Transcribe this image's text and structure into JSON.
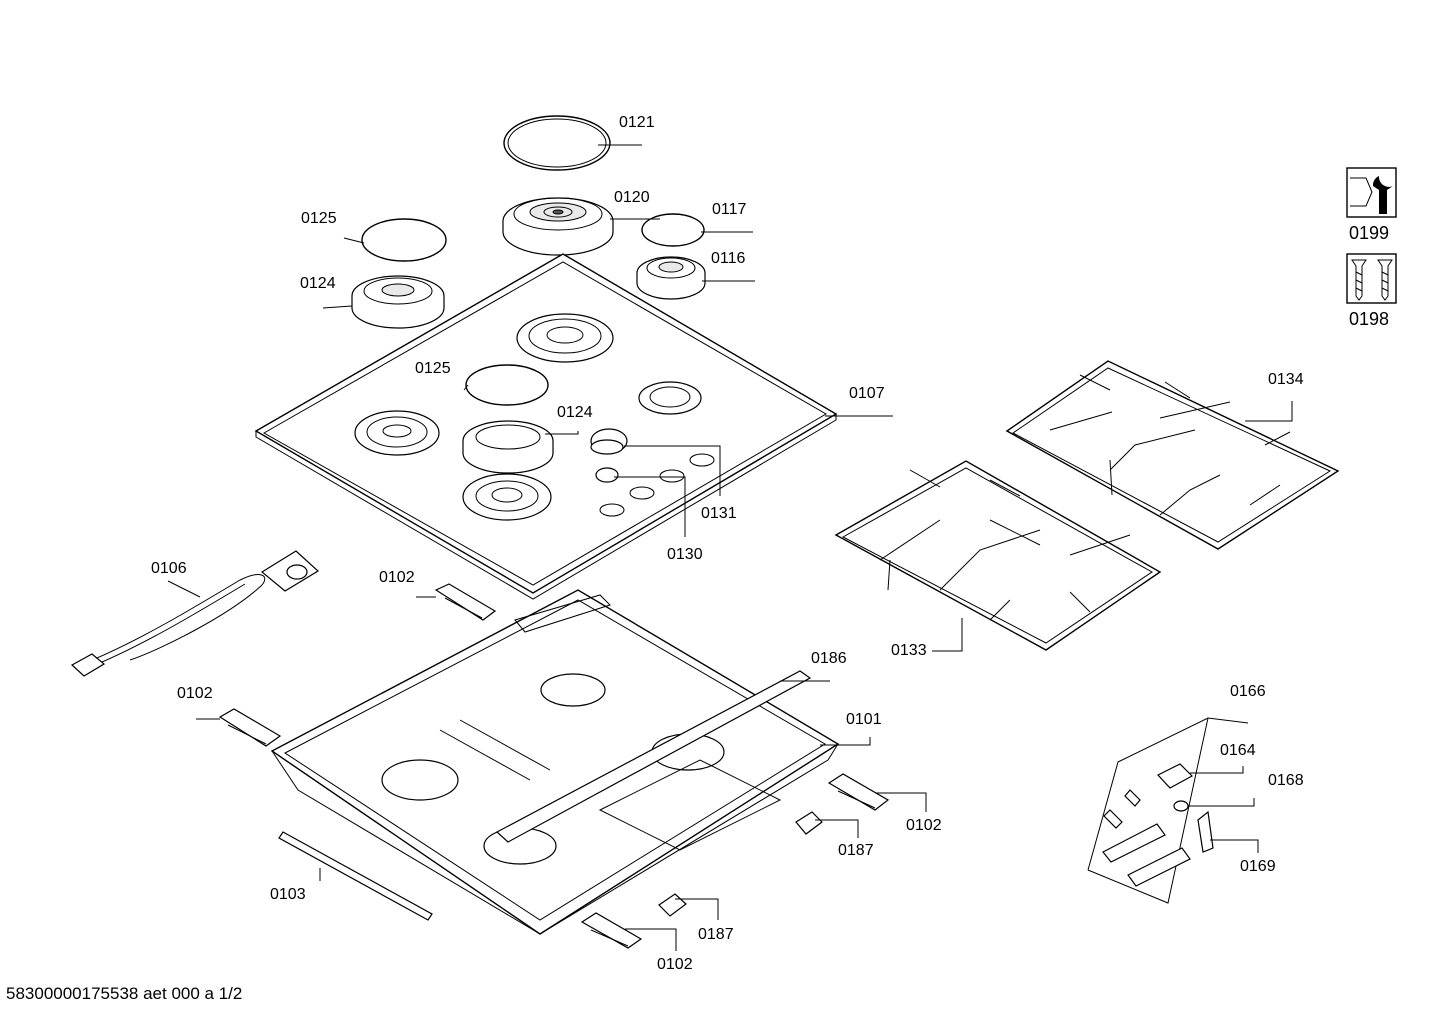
{
  "parts": {
    "p0121": "0121",
    "p0120": "0120",
    "p0117": "0117",
    "p0116": "0116",
    "p0125_top": "0125",
    "p0124_top": "0124",
    "p0125_mid": "0125",
    "p0124_mid": "0124",
    "p0107": "0107",
    "p0131": "0131",
    "p0130": "0130",
    "p0134": "0134",
    "p0133": "0133",
    "p0106": "0106",
    "p0102_a": "0102",
    "p0102_b": "0102",
    "p0102_c": "0102",
    "p0102_d": "0102",
    "p0186": "0186",
    "p0101": "0101",
    "p0187_a": "0187",
    "p0187_b": "0187",
    "p0103": "0103",
    "p0166": "0166",
    "p0164": "0164",
    "p0168": "0168",
    "p0169": "0169"
  },
  "icons": {
    "tool_label": "0199",
    "tool_icon": "wrench-nut-icon",
    "screws_label": "0198",
    "screws_icon": "screws-icon"
  },
  "footer": "58300000175538 aet 000 a 1/2"
}
